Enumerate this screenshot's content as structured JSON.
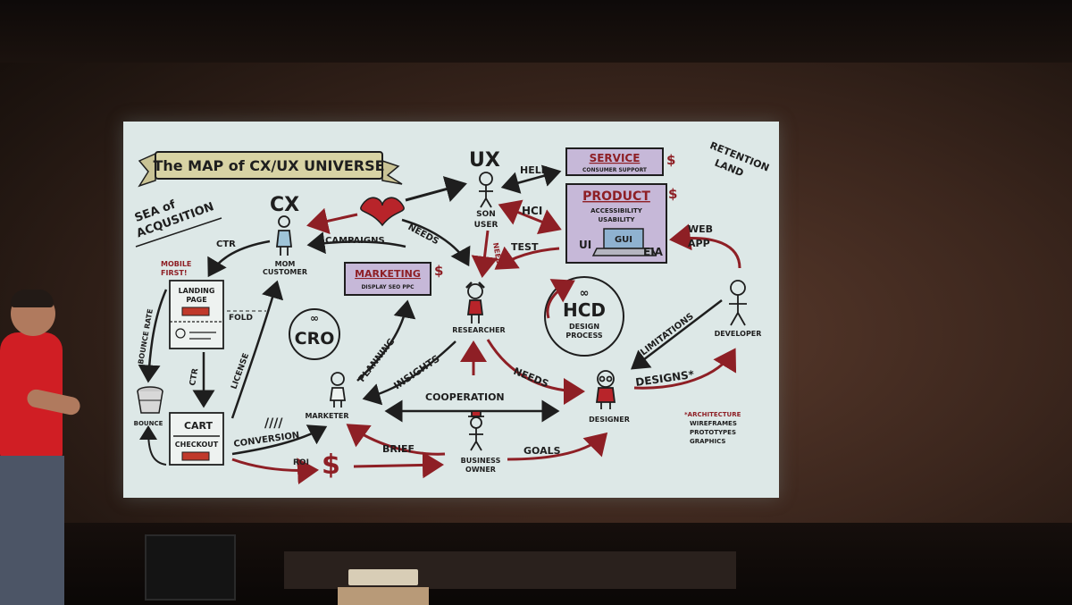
{
  "map": {
    "title": "The MAP of CX/UX UNIVERSE",
    "regions": {
      "sea": [
        "SEA of",
        "ACQUSITION"
      ],
      "retention": [
        "RETENTION",
        "LAND"
      ]
    },
    "nodes": {
      "cx": "CX",
      "mom": [
        "MOM",
        "CUSTOMER"
      ],
      "ux": "UX",
      "son": [
        "SON",
        "USER"
      ],
      "researcher": "RESEARCHER",
      "marketer": "MARKETER",
      "designer": "DESIGNER",
      "developer": "DEVELOPER",
      "business_owner": [
        "BUSINESS",
        "OWNER"
      ]
    },
    "boxes": {
      "service_title": "SERVICE",
      "service_sub": "CONSUMER SUPPORT",
      "product_title": "PRODUCT",
      "product_line1": "ACCESSIBILITY",
      "product_line2": "USABILITY",
      "gui": "GUI",
      "ui": "UI",
      "eia": "EIA",
      "marketing_title": "MARKETING",
      "marketing_sub": "DISPLAY SEO PPC",
      "dollar": "$"
    },
    "funnel": {
      "mobile_first": [
        "MOBILE",
        "FIRST!"
      ],
      "landing": [
        "LANDING",
        "PAGE"
      ],
      "fold": "FOLD",
      "cart": "CART",
      "checkout": "CHECKOUT",
      "bounce": "BOUNCE"
    },
    "circles": {
      "cro": "CRO",
      "infinity": "∞",
      "hcd_title": "HCD",
      "hcd_sub": [
        "DESIGN",
        "PROCESS"
      ]
    },
    "arrows": {
      "help": "HELP",
      "hci": "HCI",
      "test": "TEST",
      "needs_top": "NEEDS",
      "needs_vertical": "NEEDS",
      "needs_bottom": "NEEDS",
      "campaigns": "CAMPAIGNS",
      "ctr_top": "CTR",
      "ctr_vertical": "CTR",
      "bounce_rate": "BOUNCE RATE",
      "license": "LICENSE",
      "planning": "PLANNING",
      "insights": "INSIGHTS",
      "cooperation": "COOPERATION",
      "conversion": "CONVERSION",
      "tally": "////",
      "roi": "ROI",
      "brief": "BRIEF",
      "goals": "GOALS",
      "designs": "DESIGNS*",
      "limitations": "LIMITATIONS",
      "web_app": [
        "WEB",
        "APP"
      ]
    },
    "footnote": [
      "*ARCHITECTURE",
      "WIREFRAMES",
      "PROTOTYPES",
      "GRAPHICS"
    ]
  },
  "colors": {
    "screen": "#dde8e7",
    "ink": "#1e1e1e",
    "red": "#8e1f25",
    "purple_box": "#c6b8d8",
    "banner": "#d8d3a4",
    "speaker_shirt": "#d01e24"
  }
}
